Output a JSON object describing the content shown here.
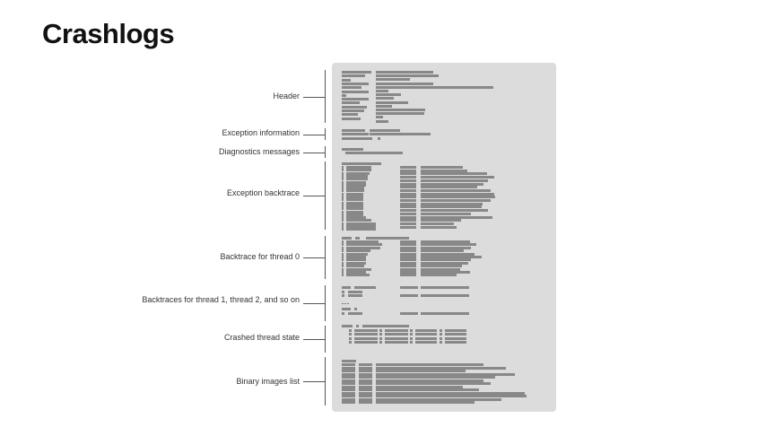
{
  "title": "Crashlogs",
  "sections": [
    {
      "id": "header",
      "label": "Header"
    },
    {
      "id": "exception-information",
      "label": "Exception information"
    },
    {
      "id": "diagnostics-messages",
      "label": "Diagnostics messages"
    },
    {
      "id": "exception-backtrace",
      "label": "Exception backtrace"
    },
    {
      "id": "backtrace-thread-0",
      "label": "Backtrace for thread 0"
    },
    {
      "id": "backtraces-other-threads",
      "label": "Backtraces for thread 1, thread 2, and so on"
    },
    {
      "id": "crashed-thread-state",
      "label": "Crashed thread state"
    },
    {
      "id": "binary-images-list",
      "label": "Binary images list"
    }
  ],
  "colors": {
    "panel": "#dcdcdc",
    "placeholder_text": "#888888",
    "bracket": "#555555",
    "title": "#111111"
  }
}
